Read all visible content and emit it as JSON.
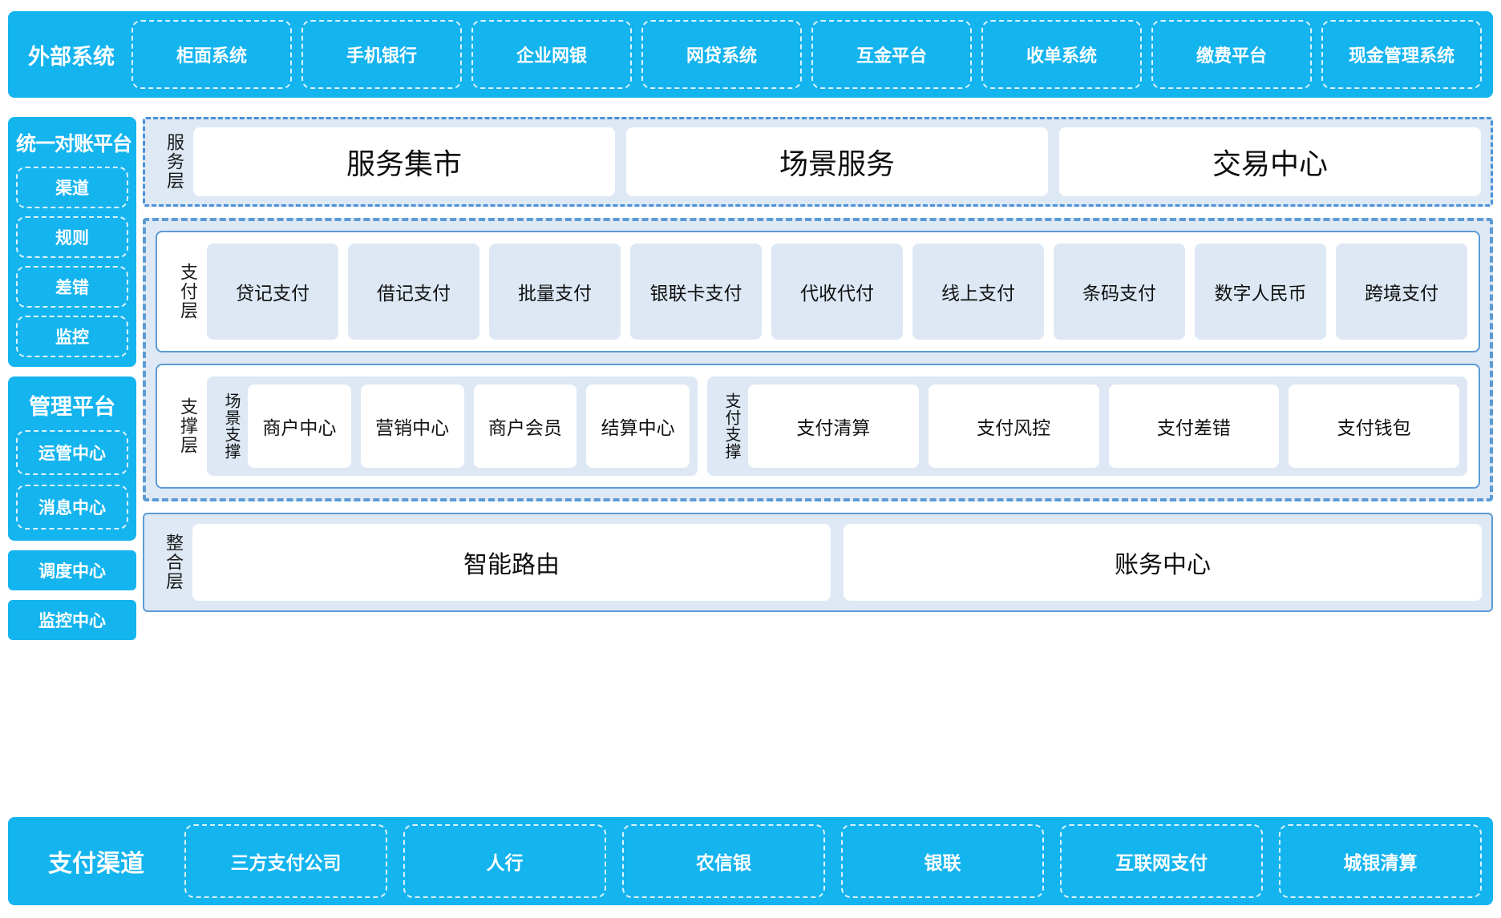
{
  "external": {
    "title": "外部系统",
    "items": [
      "柜面系统",
      "手机银行",
      "企业网银",
      "网贷系统",
      "互金平台",
      "收单系统",
      "缴费平台",
      "现金管理系统"
    ]
  },
  "reconciliation": {
    "title": "统一对账平台",
    "items": [
      "渠道",
      "规则",
      "差错",
      "监控"
    ]
  },
  "management": {
    "title": "管理平台",
    "items": [
      "运管中心",
      "消息中心"
    ]
  },
  "standalone": [
    {
      "label": "调度中心"
    },
    {
      "label": "监控中心"
    }
  ],
  "service_layer": {
    "label": "服务层",
    "cards": [
      "服务集市",
      "场景服务",
      "交易中心"
    ]
  },
  "payment_layer": {
    "label": "支付层",
    "items": [
      "贷记支付",
      "借记支付",
      "批量支付",
      "银联卡支付",
      "代收代付",
      "线上支付",
      "条码支付",
      "数字人民币",
      "跨境支付"
    ]
  },
  "support_layer": {
    "label": "支撑层",
    "groups": [
      {
        "label": "场景支撑",
        "items": [
          "商户中心",
          "营销中心",
          "商户会员",
          "结算中心"
        ]
      },
      {
        "label": "支付支撑",
        "items": [
          "支付清算",
          "支付风控",
          "支付差错",
          "支付钱包"
        ]
      }
    ]
  },
  "integration_layer": {
    "label": "整合层",
    "cards": [
      "智能路由",
      "账务中心"
    ]
  },
  "channels": {
    "title": "支付渠道",
    "items": [
      "三方支付公司",
      "人行",
      "农信银",
      "银联",
      "互联网支付",
      "城银清算"
    ]
  },
  "colors": {
    "brand_cyan": "#14b4ef",
    "panel_blue": "#dee9f5",
    "tile_blue": "#dde8f4",
    "border_blue": "#5b9bd5"
  }
}
